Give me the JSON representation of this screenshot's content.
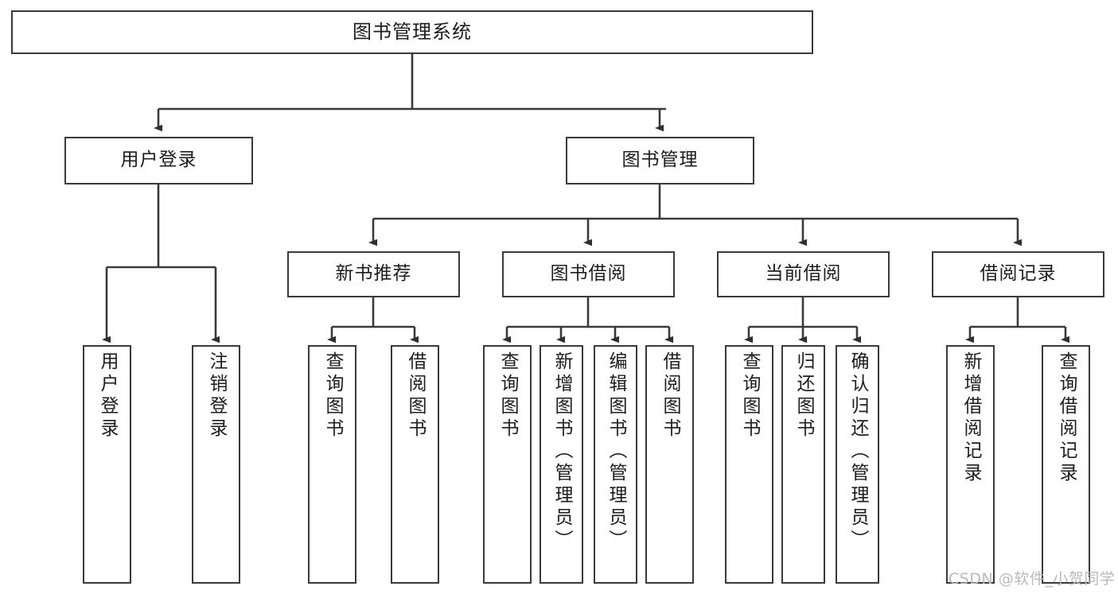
{
  "diagram": {
    "title": "图书管理系统",
    "type": "tree-hierarchy",
    "edge_color": "#3a3a3a",
    "node_border_color": "#3a3a3a",
    "node_fill_color": "#ffffff",
    "text_color": "#1d1d1d"
  },
  "root": {
    "label": "图书管理系统"
  },
  "level2": [
    {
      "label": "用户登录"
    },
    {
      "label": "图书管理"
    }
  ],
  "level3": [
    {
      "label": "新书推荐"
    },
    {
      "label": "图书借阅"
    },
    {
      "label": "当前借阅"
    },
    {
      "label": "借阅记录"
    }
  ],
  "leaves": {
    "user_login": [
      {
        "label": "用户登录"
      },
      {
        "label": "注销登录"
      }
    ],
    "new_book": [
      {
        "label": "查询图书"
      },
      {
        "label": "借阅图书"
      }
    ],
    "book_borrow": [
      {
        "label": "查询图书"
      },
      {
        "label": "新增图书（管理员）"
      },
      {
        "label": "编辑图书（管理员）"
      },
      {
        "label": "借阅图书"
      }
    ],
    "current_borrow": [
      {
        "label": "查询图书"
      },
      {
        "label": "归还图书"
      },
      {
        "label": "确认归还（管理员）"
      }
    ],
    "borrow_record": [
      {
        "label": "新增借阅记录"
      },
      {
        "label": "查询借阅记录"
      }
    ]
  },
  "watermark": {
    "text": "CSDN @软件_小贺同学",
    "color": "#b9b9b9"
  }
}
